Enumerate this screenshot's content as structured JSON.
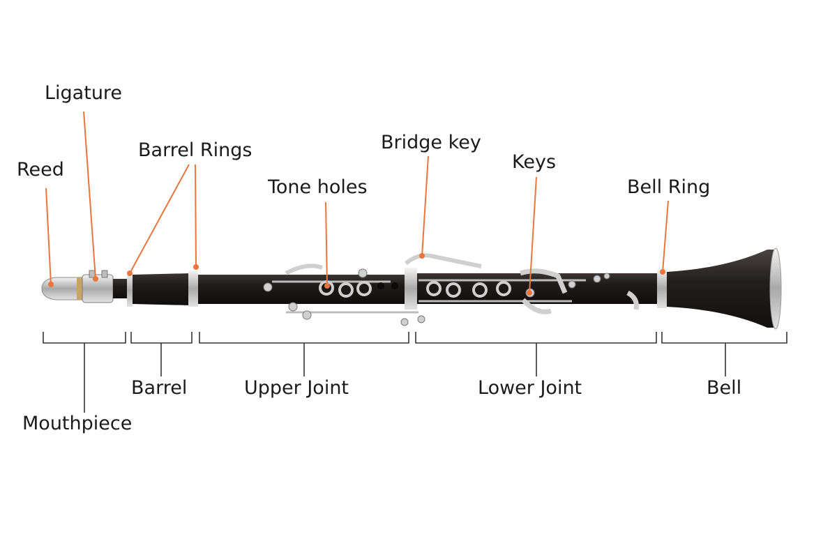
{
  "colors": {
    "leader": "#e8763e",
    "bracket": "#333333",
    "label_text": "#1a1a1a",
    "body": "#1f1c1b",
    "metal": "#c9c9c9"
  },
  "labels": {
    "reed": "Reed",
    "ligature": "Ligature",
    "barrel_rings": "Barrel Rings",
    "tone_holes": "Tone holes",
    "bridge_key": "Bridge key",
    "keys": "Keys",
    "bell_ring": "Bell Ring"
  },
  "sections": {
    "mouthpiece": "Mouthpiece",
    "barrel": "Barrel",
    "upper_joint": "Upper Joint",
    "lower_joint": "Lower Joint",
    "bell": "Bell"
  }
}
